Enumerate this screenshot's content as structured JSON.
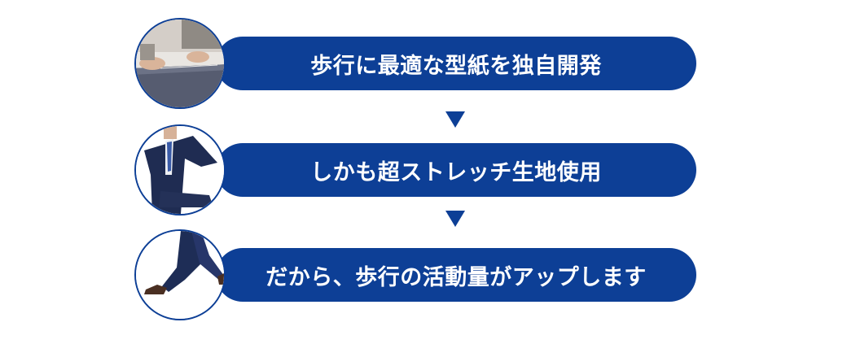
{
  "steps": [
    {
      "label": "歩行に最適な型紙を独自開発",
      "icon": "pattern-cutting-photo"
    },
    {
      "label": "しかも超ストレッチ生地使用",
      "icon": "stretching-suit-photo"
    },
    {
      "label": "だから、歩行の活動量がアップします",
      "icon": "walking-legs-photo"
    }
  ],
  "colors": {
    "accent": "#0d3f96",
    "background": "#ffffff"
  }
}
